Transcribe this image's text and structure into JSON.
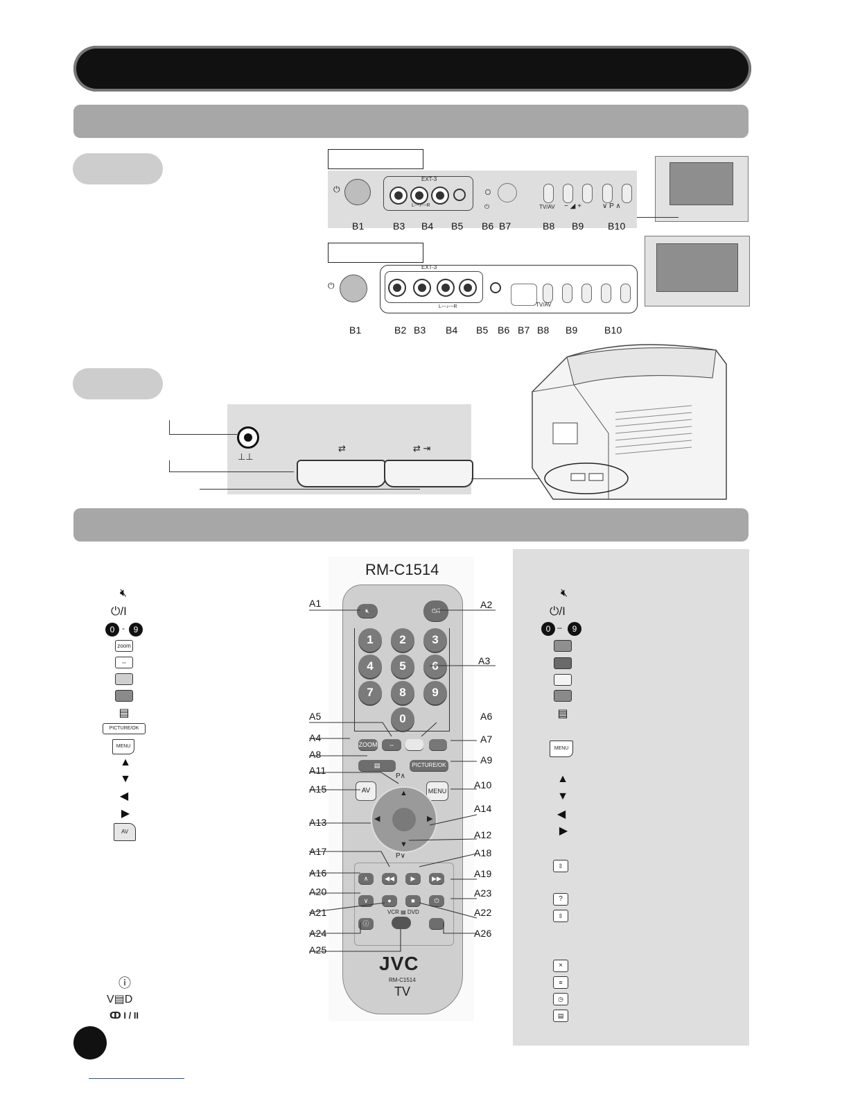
{
  "front_panel": {
    "labels_top": [
      "B1",
      "B3",
      "B4",
      "B5",
      "B6",
      "B7",
      "B8",
      "B9",
      "B10"
    ],
    "labels_bottom": [
      "B1",
      "B2",
      "B3",
      "B4",
      "B5",
      "B6",
      "B7",
      "B8",
      "B9",
      "B10"
    ],
    "ext_label": "EXT-3",
    "tv_av": "TV/AV",
    "audio_lr": "L---♪---R",
    "p_label": "P"
  },
  "remote": {
    "model_top": "RM-C1514",
    "brand": "JVC",
    "model_bottom": "RM-C1514",
    "tv": "TV",
    "keys": {
      "zoom": "ZOOM",
      "picture_ok": "PICTURE/OK",
      "menu": "MENU",
      "av": "AV",
      "vcr": "VCR",
      "dvd": "DVD",
      "p_up": "P∧",
      "p_down": "P∨",
      "power": "⏻/I"
    },
    "numbers": [
      "1",
      "2",
      "3",
      "4",
      "5",
      "6",
      "7",
      "8",
      "9",
      "0"
    ],
    "callouts_left": [
      "A1",
      "A5",
      "A4",
      "A8",
      "A11",
      "A15",
      "A13",
      "A17",
      "A16",
      "A20",
      "A21",
      "A24",
      "A25"
    ],
    "callouts_right": [
      "A2",
      "A3",
      "A6",
      "A7",
      "A9",
      "A10",
      "A14",
      "A12",
      "A18",
      "A19",
      "A23",
      "A22",
      "A26"
    ]
  },
  "legend_left": {
    "zoom": "zoom",
    "picture_ok": "PICTURE/OK",
    "menu": "MENU",
    "av": "AV",
    "vd_v": "V",
    "vd_d": "D",
    "stereo": "I / II",
    "zero": "0",
    "nine": "9",
    "power_i": "/I"
  },
  "legend_right": {
    "menu": "MENU",
    "zero": "0",
    "nine": "9",
    "power_i": "/I"
  },
  "colors": {
    "banner": "#111111",
    "section_bar": "#a7a7a7",
    "panel_bg": "#dedede",
    "remote_body": "#cfcfcf",
    "red": "#8f8f8f",
    "green": "#6a6a6a",
    "yellow": "#d8d8d8",
    "blue": "#7a7a7a"
  }
}
